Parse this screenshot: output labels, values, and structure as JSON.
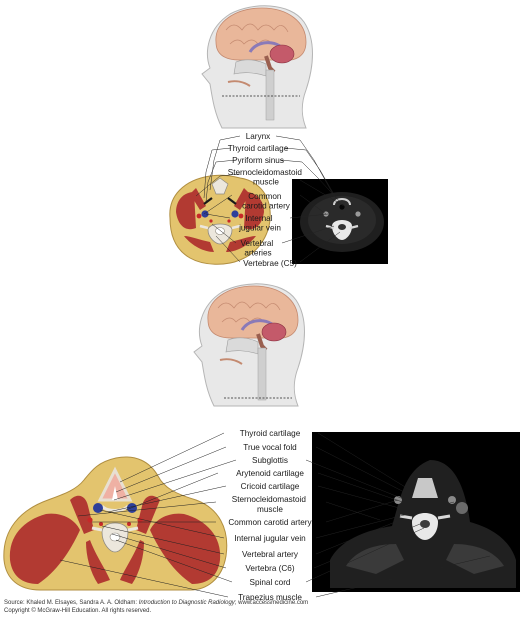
{
  "upper_labels": [
    {
      "id": "larynx",
      "lines": [
        "Larynx"
      ]
    },
    {
      "id": "thyroid-cartilage",
      "lines": [
        "Thyroid cartilage"
      ]
    },
    {
      "id": "pyriform-sinus",
      "lines": [
        "Pyriform sinus"
      ]
    },
    {
      "id": "sternocleidomastoid",
      "lines": [
        "Sternocleidomastoid",
        "muscle"
      ]
    },
    {
      "id": "common-carotid",
      "lines": [
        "Common",
        "carotid artery"
      ]
    },
    {
      "id": "internal-jugular",
      "lines": [
        "Internal",
        "jugular vein"
      ]
    },
    {
      "id": "vertebral-arteries",
      "lines": [
        "Vertebral",
        "arteries"
      ]
    },
    {
      "id": "vertebrae-c5",
      "lines": [
        "Vertebrae (C5)"
      ]
    }
  ],
  "lower_labels": [
    {
      "id": "thyroid-cartilage",
      "lines": [
        "Thyroid cartilage"
      ]
    },
    {
      "id": "true-vocal-fold",
      "lines": [
        "True vocal fold"
      ]
    },
    {
      "id": "subglottis",
      "lines": [
        "Subglottis"
      ]
    },
    {
      "id": "arytenoid-cartilage",
      "lines": [
        "Arytenoid cartilage"
      ]
    },
    {
      "id": "cricoid-cartilage",
      "lines": [
        "Cricoid cartilage"
      ]
    },
    {
      "id": "sternocleidomastoid",
      "lines": [
        "Sternocleidomastoid",
        "muscle"
      ]
    },
    {
      "id": "common-carotid",
      "lines": [
        "Common carotid artery"
      ]
    },
    {
      "id": "internal-jugular",
      "lines": [
        "Internal jugular vein"
      ]
    },
    {
      "id": "vertebral-artery",
      "lines": [
        "Vertebral artery"
      ]
    },
    {
      "id": "vertebra-c6",
      "lines": [
        "Vertebra (C6)"
      ]
    },
    {
      "id": "spinal-cord",
      "lines": [
        "Spinal cord"
      ]
    },
    {
      "id": "trapezius",
      "lines": [
        "Trapezius muscle"
      ]
    }
  ],
  "source": {
    "prefix": "Source: Khaled M. Elsayes, Sandra A. A. Oldham: ",
    "book": "Introduction to Diagnostic Radiology",
    "suffix": "; www.accessmedicine.com",
    "copyright": "Copyright © McGraw-Hill Education. All rights reserved."
  },
  "colors": {
    "skin": "#e3c46e",
    "muscle": "#b23a32",
    "bone": "#ece7dd",
    "artery": "#c82828",
    "vein": "#2e3f9a",
    "brain": "#e9b79a",
    "ct_background": "#000000"
  }
}
